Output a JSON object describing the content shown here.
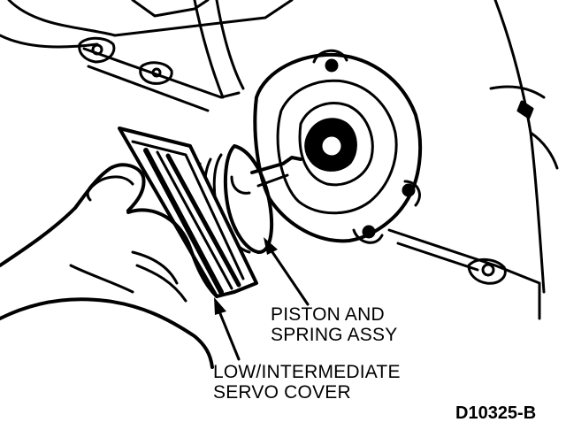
{
  "labels": {
    "piston_line1": "PISTON AND",
    "piston_line2": "SPRING ASSY",
    "servo_line1": "LOW/INTERMEDIATE",
    "servo_line2": "SERVO COVER"
  },
  "figure_code": "D10325-B",
  "colors": {
    "ink": "#000000",
    "paper": "#ffffff"
  }
}
